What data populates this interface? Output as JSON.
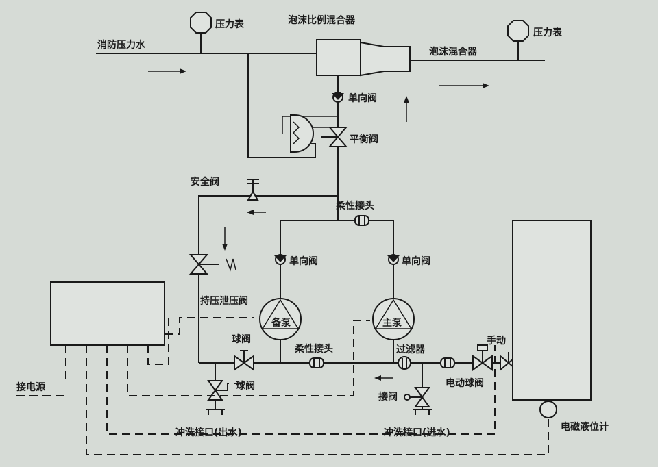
{
  "labels": {
    "pressure_gauge_left": "压力表",
    "foam_proportioner": "泡沫比例混合器",
    "pressure_gauge_right": "压力表",
    "fire_water": "消防压力水",
    "foam_mixer": "泡沫混合器",
    "check_valve_top": "单向阀",
    "balance_valve": "平衡阀",
    "safety_valve": "安全阀",
    "flex_joint_top": "柔性接头",
    "check_valve_left": "单向阀",
    "check_valve_right": "单向阀",
    "relief_valve": "持压泄压阀",
    "standby_pump": "备泵",
    "main_pump": "主泵",
    "ball_valve_upper": "球阀",
    "flex_joint_bottom": "柔性接头",
    "filter": "过滤器",
    "manual": "手动",
    "power_connection": "接电源",
    "ball_valve_lower": "球阀",
    "electric_ball_valve": "电动球阀",
    "connect_valve": "接阀",
    "flush_outlet": "冲洗接口(出水)",
    "flush_inlet": "冲洗接口(进水)",
    "level_gauge": "电磁液位计"
  },
  "colors": {
    "background": "#d6dbd6",
    "line": "#1a1a1a"
  },
  "icons": {
    "pressure_gauge": "octagon-gauge",
    "check_valve": "circle-triangle-check",
    "gate_valve": "bowtie-valve",
    "ball_valve": "bowtie-valve",
    "pump": "circle-triangle-pump",
    "flex_joint": "rounded-coupling"
  }
}
